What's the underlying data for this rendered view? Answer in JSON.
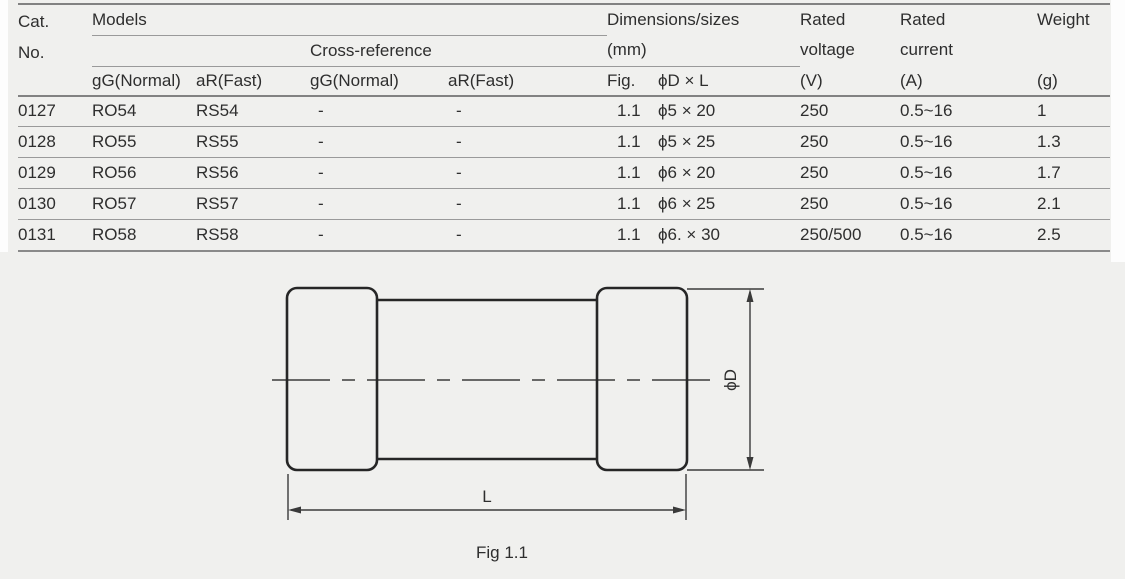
{
  "page": {
    "background_color": "#f0f0ee",
    "rule_color": "#828282",
    "text_color": "#2e2e2e"
  },
  "table": {
    "header": {
      "cat1": "Cat.",
      "cat2": "No.",
      "models": "Models",
      "cross_reference": "Cross-reference",
      "dims1": "Dimensions/sizes",
      "dims2": "(mm)",
      "rated_voltage1": "Rated",
      "rated_voltage2": "voltage",
      "rated_voltage_unit": "(V)",
      "rated_current1": "Rated",
      "rated_current2": "current",
      "rated_current_unit": "(A)",
      "weight": "Weight",
      "weight_unit": "(g)",
      "sub_models_gg": "gG(Normal)",
      "sub_models_ar": "aR(Fast)",
      "sub_xref_gg": "gG(Normal)",
      "sub_xref_ar": "aR(Fast)",
      "fig": "Fig.",
      "dxl": "ϕD × L"
    },
    "rows": [
      {
        "cat": "0127",
        "gg": "RO54",
        "ar": "RS54",
        "xgg": "-",
        "xar": "-",
        "fig": "1.1",
        "dxl": "ϕ5 × 20",
        "voltage": "250",
        "current": "0.5~16",
        "weight": "1"
      },
      {
        "cat": "0128",
        "gg": "RO55",
        "ar": "RS55",
        "xgg": "-",
        "xar": "-",
        "fig": "1.1",
        "dxl": "ϕ5 × 25",
        "voltage": "250",
        "current": "0.5~16",
        "weight": "1.3"
      },
      {
        "cat": "0129",
        "gg": "RO56",
        "ar": "RS56",
        "xgg": "-",
        "xar": "-",
        "fig": "1.1",
        "dxl": "ϕ6 × 20",
        "voltage": "250",
        "current": "0.5~16",
        "weight": "1.7"
      },
      {
        "cat": "0130",
        "gg": "RO57",
        "ar": "RS57",
        "xgg": "-",
        "xar": "-",
        "fig": "1.1",
        "dxl": "ϕ6 × 25",
        "voltage": "250",
        "current": "0.5~16",
        "weight": "2.1"
      },
      {
        "cat": "0131",
        "gg": "RO58",
        "ar": "RS58",
        "xgg": "-",
        "xar": "-",
        "fig": "1.1",
        "dxl": "ϕ6. × 30",
        "voltage": "250/500",
        "current": "0.5~16",
        "weight": "2.5"
      }
    ]
  },
  "figure": {
    "caption": "Fig 1.1",
    "diameter_label": "ϕD",
    "length_label": "L",
    "outline_color": "#262626",
    "dimension_color": "#3a3a3a"
  }
}
